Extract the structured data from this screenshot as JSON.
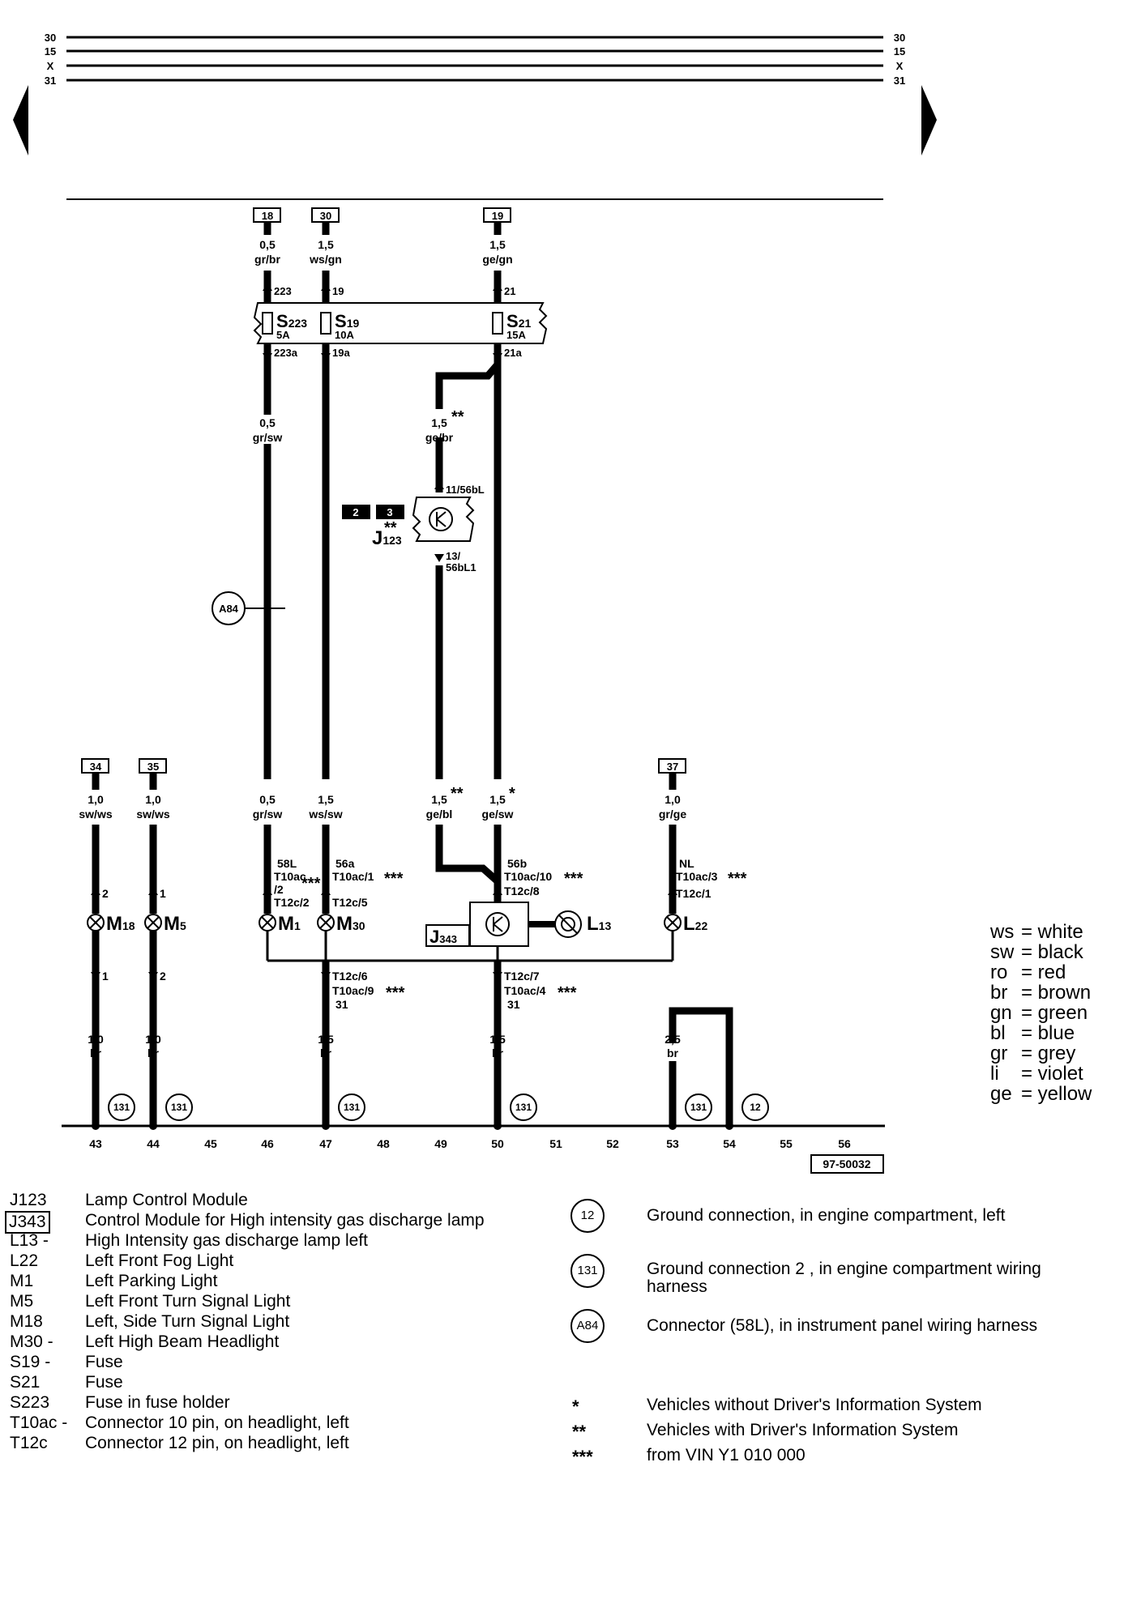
{
  "rails": [
    "30",
    "15",
    "X",
    "31"
  ],
  "fuse_tops": [
    "18",
    "30",
    "19"
  ],
  "fuse_top_wires": [
    {
      "size": "0,5",
      "color": "gr/br"
    },
    {
      "size": "1,5",
      "color": "ws/gn"
    },
    {
      "size": "1,5",
      "color": "ge/gn"
    }
  ],
  "fuse_in": [
    "223",
    "19",
    "21"
  ],
  "fuses": [
    {
      "code": "S223",
      "main": "S",
      "sub": "223",
      "rating": "5A"
    },
    {
      "code": "S19",
      "main": "S",
      "sub": "19",
      "rating": "10A"
    },
    {
      "code": "S21",
      "main": "S",
      "sub": "21",
      "rating": "15A"
    }
  ],
  "fuse_out": [
    "223a",
    "19a",
    "21a"
  ],
  "mid_wires": {
    "w1": {
      "size": "0,5",
      "color": "gr/sw"
    },
    "w2": {
      "size": "1,5",
      "stars": "**",
      "color": "ge/br"
    }
  },
  "j123": {
    "top_pin": "11/56bL",
    "bot_pin_1": "13/",
    "bot_pin_2": "56bL1",
    "main": "J",
    "sub": "123",
    "stars": "**",
    "ref1": "2",
    "ref2": "3"
  },
  "a84": "A84",
  "lower_tops": [
    "34",
    "35",
    "37"
  ],
  "lower_wires": [
    {
      "size": "1,0",
      "color": "sw/ws"
    },
    {
      "size": "1,0",
      "color": "sw/ws"
    },
    {
      "size": "0,5",
      "color": "gr/sw"
    },
    {
      "size": "1,5",
      "color": "ws/sw"
    },
    {
      "size": "1,5",
      "stars": "**",
      "color": "ge/bl"
    },
    {
      "size": "1,5",
      "stars": "*",
      "color": "ge/sw"
    },
    {
      "size": "1,0",
      "color": "gr/ge"
    }
  ],
  "pins": {
    "m18_top": "2",
    "m5_top": "1",
    "m18_bot": "1",
    "m5_bot": "2",
    "m1_a": "58L",
    "m1_b": "T10ac",
    "m1_c": "/2",
    "m1_d": "T12c/2",
    "m1_stars": "***",
    "m30_a": "56a",
    "m30_b": "T10ac/1",
    "m30_c": "T12c/5",
    "m30_stars": "***",
    "j343_a": "56b",
    "j343_b": "T10ac/10",
    "j343_c": "T12c/8",
    "j343_stars": "***",
    "l22_a": "NL",
    "l22_b": "T10ac/3",
    "l22_c": "T12c/1",
    "l22_stars": "***",
    "g1_a": "T12c/6",
    "g1_b": "T10ac/9",
    "g1_c": "31",
    "g1_stars": "***",
    "g2_a": "T12c/7",
    "g2_b": "T10ac/4",
    "g2_c": "31",
    "g2_stars": "***"
  },
  "components": [
    {
      "main": "M",
      "sub": "18"
    },
    {
      "main": "M",
      "sub": "5"
    },
    {
      "main": "M",
      "sub": "1"
    },
    {
      "main": "M",
      "sub": "30"
    },
    {
      "main": "L",
      "sub": "13"
    },
    {
      "main": "L",
      "sub": "22"
    }
  ],
  "j343_label": {
    "main": "J",
    "sub": "343"
  },
  "ground_wires": [
    {
      "size": "1,0",
      "color": "br"
    },
    {
      "size": "1,0",
      "color": "br"
    },
    {
      "size": "1,5",
      "color": "br"
    },
    {
      "size": "1,5",
      "color": "br"
    },
    {
      "size": "2,5",
      "color": "br"
    }
  ],
  "ground_circles": [
    "131",
    "131",
    "131",
    "131",
    "131",
    "12"
  ],
  "tracks": [
    "43",
    "44",
    "45",
    "46",
    "47",
    "48",
    "49",
    "50",
    "51",
    "52",
    "53",
    "54",
    "55",
    "56"
  ],
  "page_code": "97-50032",
  "color_codes": [
    {
      "abbr": "ws",
      "name": "= white"
    },
    {
      "abbr": "sw",
      "name": "= black"
    },
    {
      "abbr": "ro",
      "name": "= red"
    },
    {
      "abbr": "br",
      "name": "= brown"
    },
    {
      "abbr": "gn",
      "name": "= green"
    },
    {
      "abbr": "bl",
      "name": "= blue"
    },
    {
      "abbr": "gr",
      "name": "= grey"
    },
    {
      "abbr": "li",
      "name": "= violet"
    },
    {
      "abbr": "ge",
      "name": "= yellow"
    }
  ],
  "legend": [
    {
      "code": "J123",
      "desc": "Lamp Control Module"
    },
    {
      "code": "J343",
      "desc": "Control Module for High intensity gas discharge lamp"
    },
    {
      "code": "L13  -",
      "desc": "High Intensity gas discharge lamp left"
    },
    {
      "code": "L22",
      "desc": "Left Front Fog Light"
    },
    {
      "code": "M1",
      "desc": "Left Parking Light"
    },
    {
      "code": "M5",
      "desc": "Left Front Turn Signal Light"
    },
    {
      "code": "M18",
      "desc": "Left, Side Turn Signal Light"
    },
    {
      "code": "M30  -",
      "desc": "Left High Beam Headlight"
    },
    {
      "code": "S19  -",
      "desc": "Fuse"
    },
    {
      "code": "S21",
      "desc": "Fuse"
    },
    {
      "code": "S223",
      "desc": "Fuse in fuse holder"
    },
    {
      "code": "T10ac -",
      "desc": "Connector 10 pin, on headlight, left"
    },
    {
      "code": "T12c",
      "desc": "Connector 12 pin, on headlight, left"
    }
  ],
  "legend_right": [
    {
      "symbol": "12",
      "desc": "Ground connection, in engine compartment, left"
    },
    {
      "symbol": "131",
      "desc": "Ground connection 2 , in engine compartment wiring harness"
    },
    {
      "symbol": "A84",
      "desc": "Connector (58L), in instrument panel wiring harness"
    }
  ],
  "notes": [
    {
      "stars": "*",
      "desc": "Vehicles without Driver's Information System"
    },
    {
      "stars": "**",
      "desc": "Vehicles with Driver's Information System"
    },
    {
      "stars": "***",
      "desc": "from VIN Y1 010 000"
    }
  ]
}
